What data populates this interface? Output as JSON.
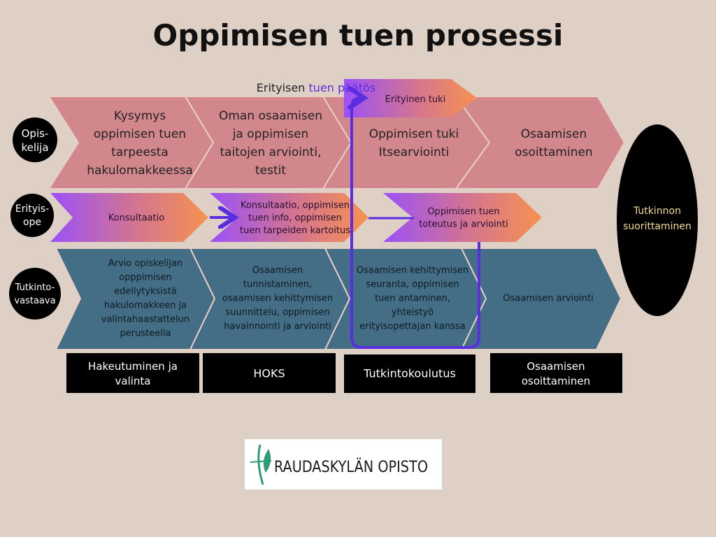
{
  "title": "Oppimisen tuen prosessi",
  "decision_label": {
    "part1": "Erityisen ",
    "part2": "tuen päätös"
  },
  "special_support": "Erityinen tuki",
  "roles": {
    "student": [
      "Opis-",
      "kelija"
    ],
    "special_teacher": [
      "Erityis-",
      "ope"
    ],
    "responsible": [
      "Tutkinto-",
      "vastaava"
    ]
  },
  "student_row": [
    [
      "Kysymys",
      "oppimisen tuen",
      "tarpeesta",
      "hakulomakkeessa"
    ],
    [
      "Oman osaamisen",
      "ja oppimisen",
      "taitojen arviointi,",
      "testit"
    ],
    [
      "Oppimisen tuki",
      "Itsearviointi"
    ],
    [
      "Osaamisen",
      "osoittaminen"
    ]
  ],
  "teacher_row": [
    [
      "Konsultaatio"
    ],
    [
      "Konsultaatio, oppimisen",
      "tuen info, oppimisen",
      "tuen tarpeiden kartoitus"
    ],
    [
      "Oppimisen tuen",
      "toteutus ja arviointi"
    ]
  ],
  "responsible_row": [
    [
      "Arvio opiskelijan",
      "opppimisen",
      "edellytyksistä",
      "hakulomakkeen ja",
      "valintahaastattelun",
      "perusteella"
    ],
    [
      "Osaamisen",
      "tunnistaminen,",
      "osaamisen kehittymisen",
      "suunnittelu, oppimisen",
      "havainnointi ja arviointi"
    ],
    [
      "Osaamisen kehittymisen",
      "seuranta, oppimisen",
      "tuen antaminen,",
      "yhteistyö",
      "erityisopettajan kanssa"
    ],
    [
      "Osaamisen arviointi"
    ]
  ],
  "phases": [
    [
      "Hakeutuminen ja",
      "valinta"
    ],
    [
      "HOKS"
    ],
    [
      "Tutkintokoulutus"
    ],
    [
      "Osaamisen",
      "osoittaminen"
    ]
  ],
  "goal": [
    "Tutkinnon",
    "suorittaminen"
  ],
  "logo": "RAUDASKYLÄN OPISTO",
  "colors": {
    "background": "#dfd0c6",
    "student": "#d1878b",
    "responsible": "#436e85",
    "arrow": "#5b2de0",
    "goal_text": "#f0dc96",
    "logo_green": "#2e9a78"
  }
}
